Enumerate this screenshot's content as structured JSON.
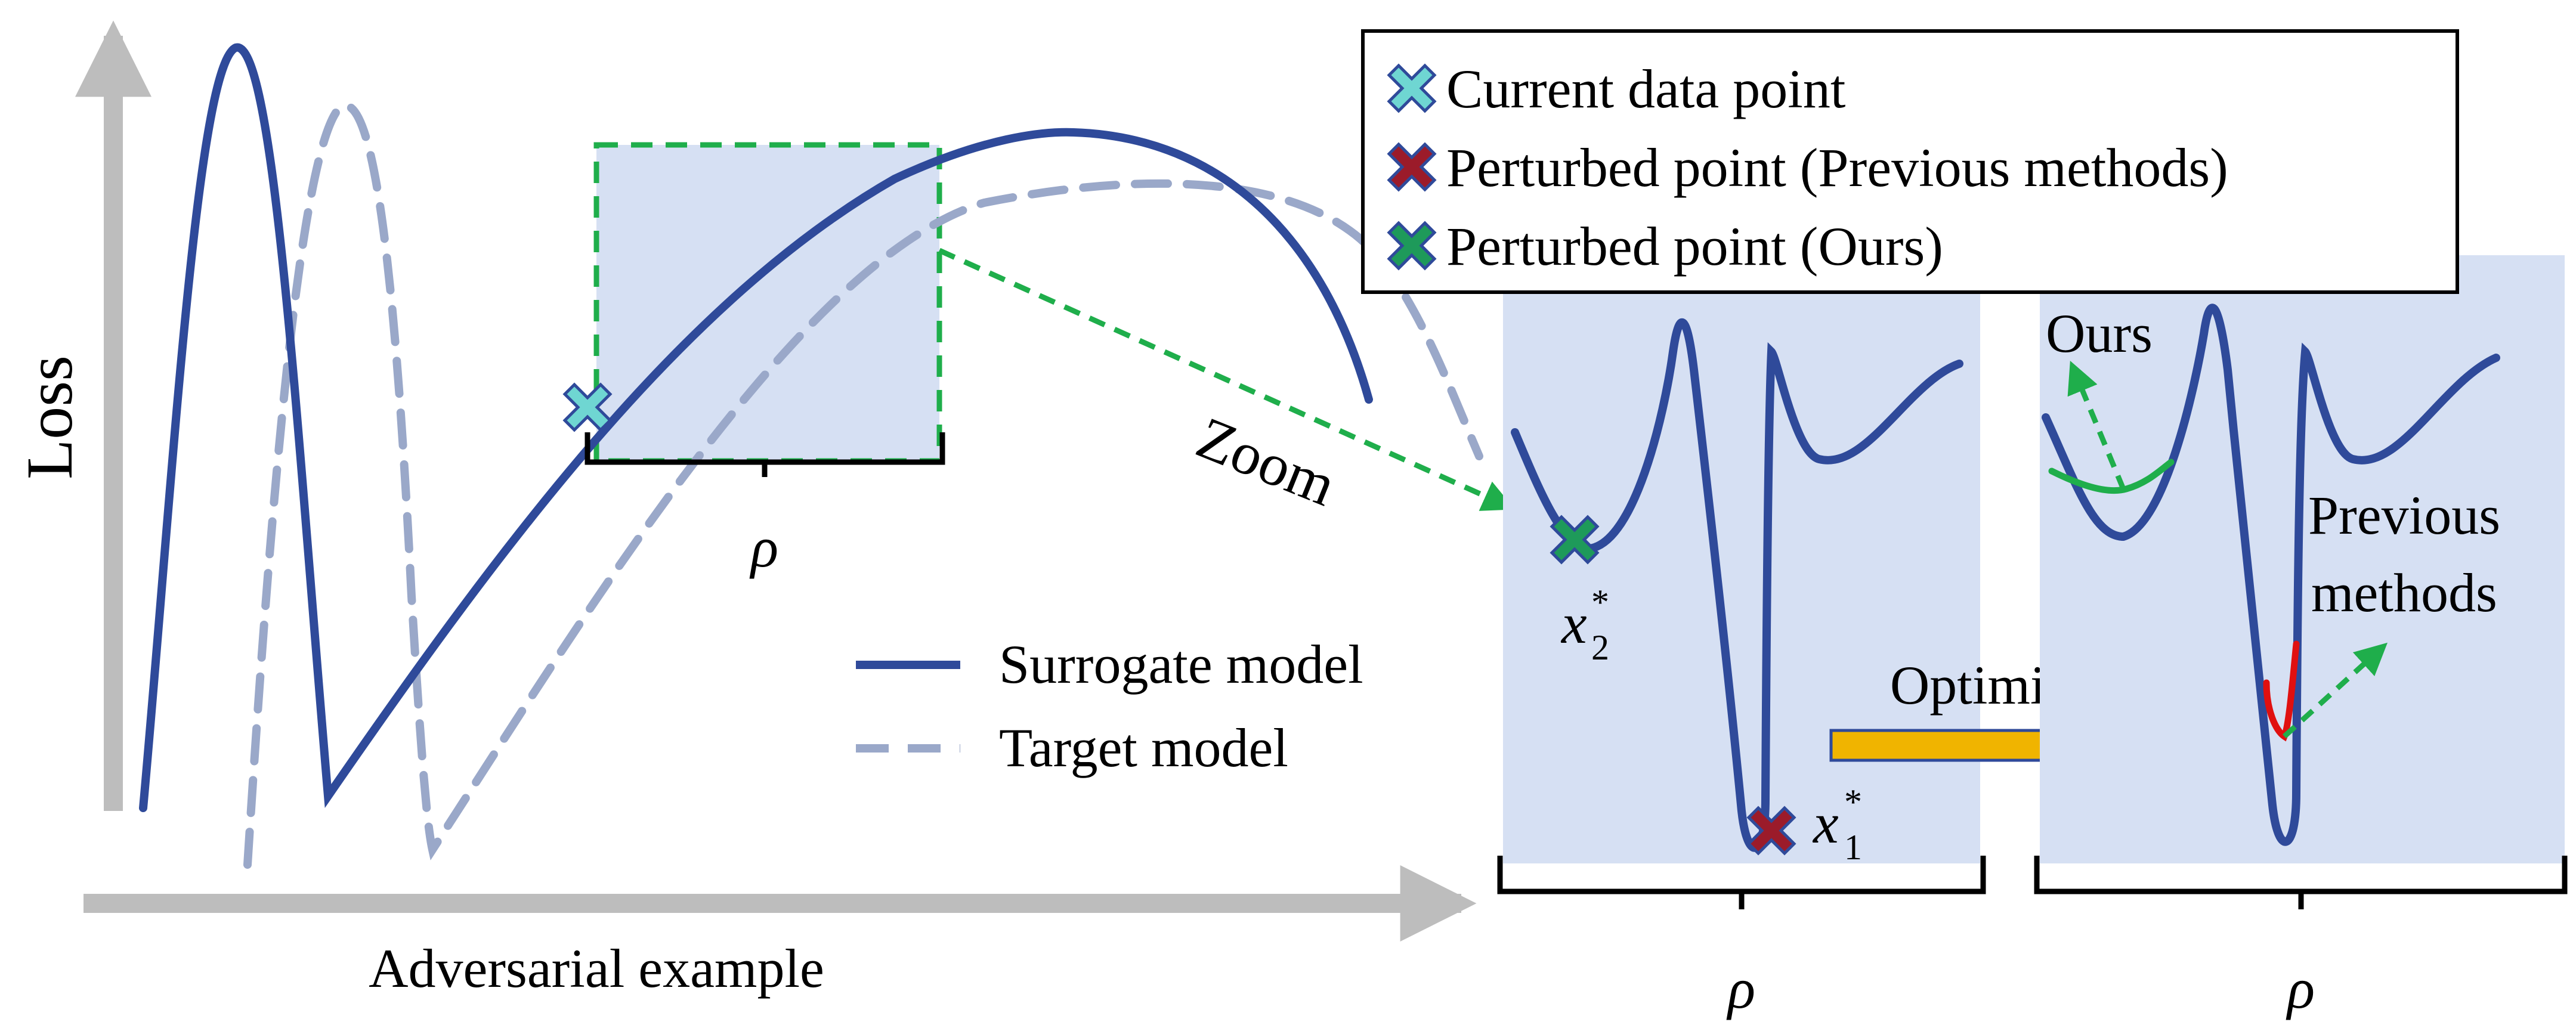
{
  "axes": {
    "y_label": "Loss",
    "x_label": "Adversarial example"
  },
  "curve_legend": {
    "surrogate": "Surrogate model",
    "target": "Target model"
  },
  "point_legend": {
    "current": "Current data point",
    "previous": "Perturbed point (Previous methods)",
    "ours": "Perturbed point (Ours)"
  },
  "annotations": {
    "zoom": "Zoom",
    "optimize": "Optimize",
    "ours": "Ours",
    "previous_line1": "Previous",
    "previous_line2": "methods"
  },
  "symbols": {
    "rho": "ρ",
    "x_var": "x",
    "sub_one": "1",
    "sub_two": "2",
    "star": "*"
  },
  "colors": {
    "surrogate": "#2F4A9A",
    "target": "#9AA8C9",
    "region_fill": "#D6E0F3",
    "green": "#1FAE4B",
    "green_marker": "#1E9A5A",
    "cyan_marker": "#6FD6D2",
    "red_marker": "#9B1B2A",
    "red_line": "#E01010",
    "optimize_arrow": "#F0B400",
    "axis": "#BDBDBD"
  }
}
